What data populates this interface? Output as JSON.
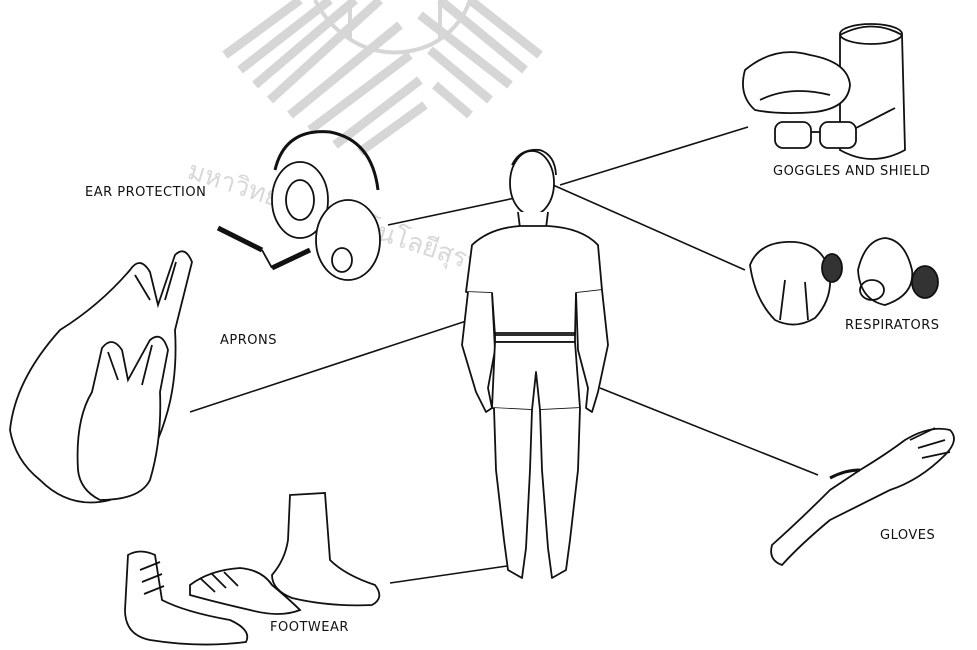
{
  "labels": {
    "ear": "EAR PROTECTION",
    "goggles": "GOGGLES AND SHIELD",
    "respirators": "RESPIRATORS",
    "aprons": "APRONS",
    "gloves": "GLOVES",
    "footwear": "FOOTWEAR"
  },
  "watermark": {
    "text": "มหาวิทยาลัยเทคโนโลยีสุรนารี"
  },
  "colors": {
    "ink": "#111111",
    "watermark": "#d8d8d8"
  }
}
